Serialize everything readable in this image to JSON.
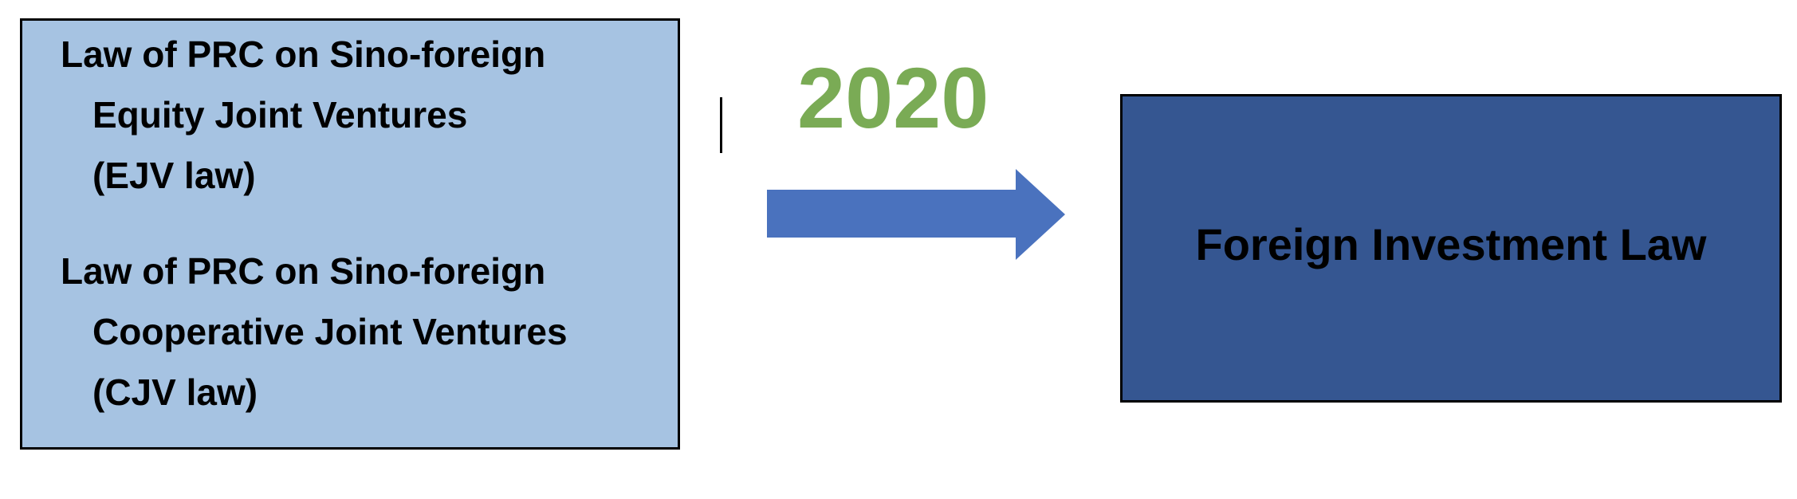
{
  "old_laws": [
    {
      "lines": [
        "Law of PRC on Sino-foreign",
        "Equity Joint Ventures",
        "(EJV law)"
      ]
    },
    {
      "lines": [
        "Law of PRC on Sino-foreign",
        "Cooperative Joint Ventures",
        "(CJV law)"
      ]
    }
  ],
  "transition": {
    "year": "2020"
  },
  "new_law": {
    "title": "Foreign Investment Law"
  },
  "colors": {
    "old_box_fill": "#a6c3e2",
    "new_box_fill": "#355691",
    "arrow_fill": "#4a72be",
    "year_text": "#7aab55",
    "border": "#000000"
  }
}
